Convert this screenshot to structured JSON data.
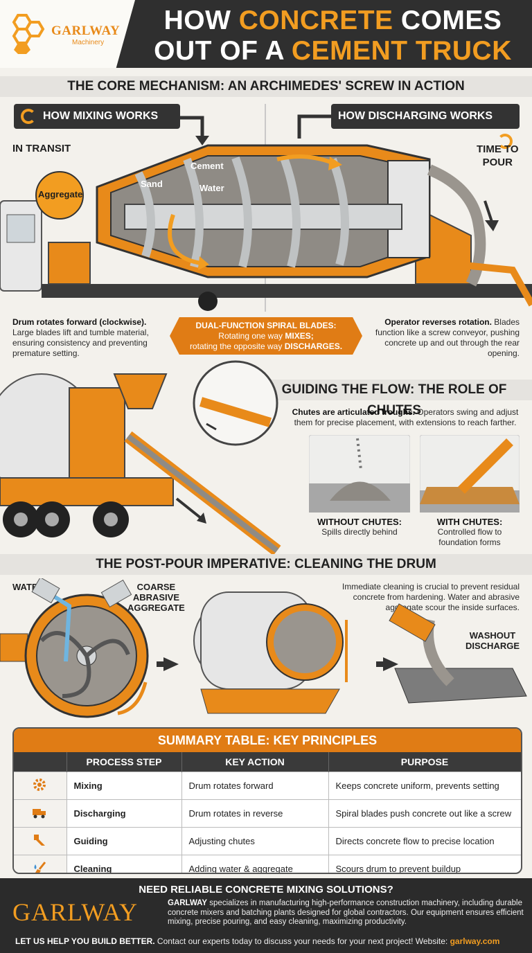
{
  "brand": {
    "name": "GARLWAY",
    "sub": "Machinery"
  },
  "title": {
    "line1_a": "HOW ",
    "line1_b": "CONCRETE",
    "line1_c": " COMES",
    "line2_a": "OUT OF A ",
    "line2_b": "CEMENT TRUCK"
  },
  "section1": {
    "title": "THE CORE MECHANISM: AN ARCHIMEDES' SCREW IN ACTION",
    "mixing_pill": "HOW MIXING WORKS",
    "discharging_pill": "HOW DISCHARGING WORKS",
    "in_transit": "IN TRANSIT",
    "time_to_pour_1": "TIME TO",
    "time_to_pour_2": "POUR",
    "labels": {
      "aggregate": "Aggregate",
      "sand": "Sand",
      "cement": "Cement",
      "water": "Water"
    },
    "left_bold": "Drum rotates forward (clockwise).",
    "left_text": "Large blades lift and tumble material, ensuring consistency and preventing premature setting.",
    "callout_head": "DUAL-FUNCTION SPIRAL BLADES:",
    "callout_1a": "Rotating one way ",
    "callout_1b": "MIXES;",
    "callout_2a": "rotating the opposite way ",
    "callout_2b": "DISCHARGES.",
    "right_bold": "Operator reverses rotation.",
    "right_text": "Blades function like a screw conveyor, pushing concrete up and out through the rear opening."
  },
  "section2": {
    "title": "GUIDING THE FLOW: THE ROLE OF CHUTES",
    "desc_bold": "Chutes are articulated troughs.",
    "desc_text": " Operators swing and adjust them for precise placement, with extensions to reach farther.",
    "without_head": "WITHOUT CHUTES:",
    "without_text": "Spills directly behind",
    "with_head": "WITH CHUTES:",
    "with_text_1": "Controlled flow to",
    "with_text_2": "foundation forms"
  },
  "section3": {
    "title": "THE POST-POUR IMPERATIVE: CLEANING THE DRUM",
    "water": "WATER",
    "coarse_1": "COARSE",
    "coarse_2": "ABRASIVE",
    "coarse_3": "AGGREGATE",
    "desc": "Immediate cleaning is crucial to prevent residual concrete from hardening. Water and abrasive aggregate scour the inside surfaces.",
    "washout_1": "WASHOUT",
    "washout_2": "DISCHARGE"
  },
  "summary": {
    "title": "SUMMARY TABLE: KEY PRINCIPLES",
    "headers": [
      "PROCESS STEP",
      "KEY ACTION",
      "PURPOSE"
    ],
    "rows": [
      {
        "icon": "gear-icon",
        "step": "Mixing",
        "action": "Drum rotates forward",
        "purpose": "Keeps concrete uniform, prevents setting"
      },
      {
        "icon": "truck-icon",
        "step": "Discharging",
        "action": "Drum rotates in reverse",
        "purpose": "Spiral blades push concrete out like a screw"
      },
      {
        "icon": "chute-icon",
        "step": "Guiding",
        "action": "Adjusting chutes",
        "purpose": "Directs concrete flow to precise location"
      },
      {
        "icon": "brush-water-icon",
        "step": "Cleaning",
        "action": "Adding water & aggregate",
        "purpose": "Scours drum to prevent buildup"
      }
    ]
  },
  "footer": {
    "question": "NEED RELIABLE CONCRETE MIXING SOLUTIONS?",
    "logo": "GARLWAY",
    "desc_bold": "GARLWAY",
    "desc_text": " specializes in manufacturing high-performance construction machinery, including durable concrete mixers and batching plants designed for global contractors. Our equipment ensures efficient mixing, precise pouring, and easy cleaning, maximizing productivity.",
    "cta_bold": "LET US HELP YOU BUILD BETTER.",
    "cta_text": " Contact our experts today to discuss your needs for your next project! Website: ",
    "website": "garlway.com"
  },
  "colors": {
    "accent": "#f29d21",
    "accent_dark": "#e07c15",
    "dark": "#2f2f2f"
  }
}
